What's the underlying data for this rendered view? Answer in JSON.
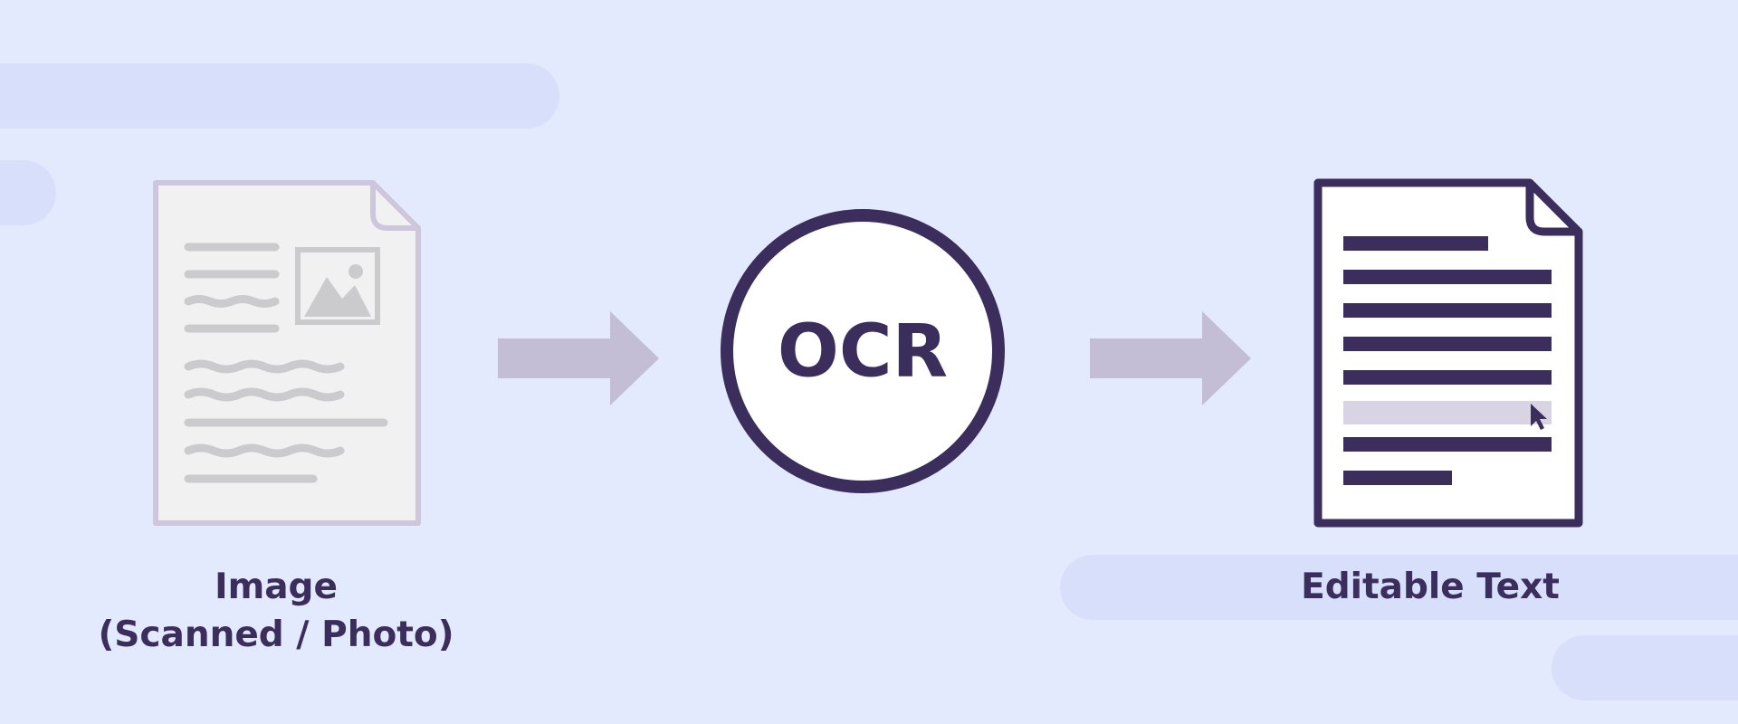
{
  "colors": {
    "background": "#e4eafd",
    "pill": "#d8dffb",
    "ink": "#3b2d5c",
    "faded_outline": "#cec6dc",
    "faded_fill": "#f1f1f2",
    "faded_lines": "#cbcbce",
    "arrow": "#c4bdd6",
    "highlight": "#d8d4e4"
  },
  "steps": {
    "input": {
      "icon": "scanned-document-icon",
      "caption_line1": "Image",
      "caption_line2": "(Scanned / Photo)"
    },
    "process": {
      "icon": "ocr-circle-icon",
      "label": "OCR"
    },
    "output": {
      "icon": "text-document-icon",
      "caption": "Editable Text"
    }
  },
  "connectors": [
    "arrow-right-icon",
    "arrow-right-icon"
  ]
}
